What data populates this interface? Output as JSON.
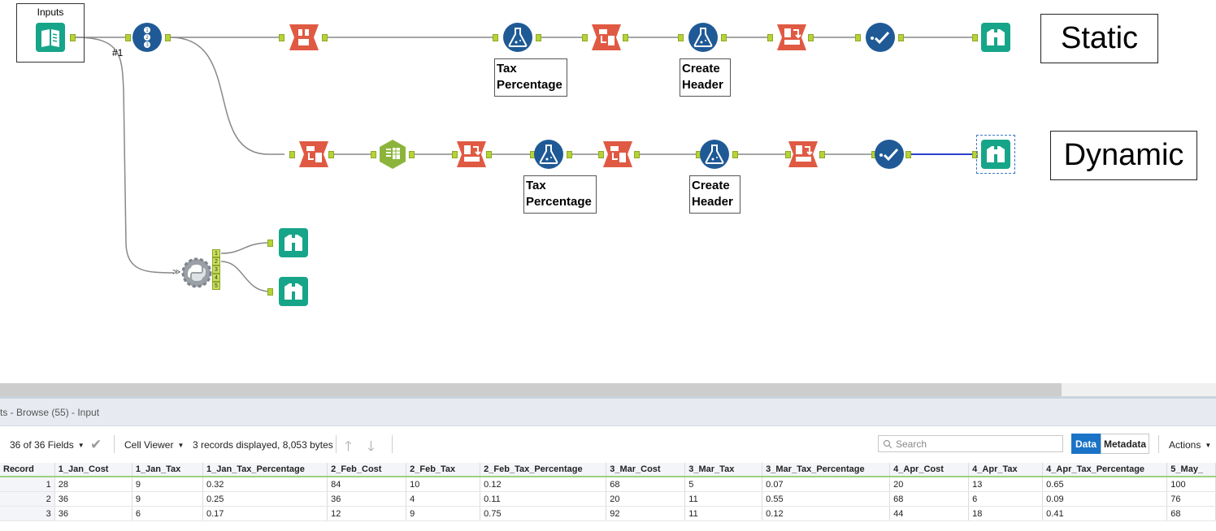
{
  "canvas": {
    "inputs_container_title": "Inputs",
    "connection_label": "#1",
    "row_labels": {
      "static": "Static",
      "dynamic": "Dynamic"
    },
    "annotations": {
      "static_tax": "Tax Percentage",
      "static_header": "Create Header",
      "dynamic_tax": "Tax Percentage",
      "dynamic_header": "Create Header"
    },
    "python_outputs": [
      "1",
      "2",
      "3",
      "4",
      "5"
    ],
    "tool_colors": {
      "input": "#17a589",
      "prep": "#1f5a96",
      "transform": "#e05a43",
      "parse": "#8cb43c",
      "browse": "#17a589"
    }
  },
  "results": {
    "panel_title": "ts - Browse (55) - Input",
    "fields_selector": "36 of 36 Fields",
    "cell_viewer": "Cell Viewer",
    "records_info": "3 records displayed, 8,053 bytes",
    "search_placeholder": "Search",
    "data_tab": "Data",
    "metadata_tab": "Metadata",
    "actions": "Actions",
    "columns": [
      "Record",
      "1_Jan_Cost",
      "1_Jan_Tax",
      "1_Jan_Tax_Percentage",
      "2_Feb_Cost",
      "2_Feb_Tax",
      "2_Feb_Tax_Percentage",
      "3_Mar_Cost",
      "3_Mar_Tax",
      "3_Mar_Tax_Percentage",
      "4_Apr_Cost",
      "4_Apr_Tax",
      "4_Apr_Tax_Percentage",
      "5_May_"
    ],
    "rows": [
      [
        "1",
        "28",
        "9",
        "0.32",
        "84",
        "10",
        "0.12",
        "68",
        "5",
        "0.07",
        "20",
        "13",
        "0.65",
        "100"
      ],
      [
        "2",
        "36",
        "9",
        "0.25",
        "36",
        "4",
        "0.11",
        "20",
        "11",
        "0.55",
        "68",
        "6",
        "0.09",
        "76"
      ],
      [
        "3",
        "36",
        "6",
        "0.17",
        "12",
        "9",
        "0.75",
        "92",
        "11",
        "0.12",
        "44",
        "18",
        "0.41",
        "68"
      ]
    ]
  }
}
